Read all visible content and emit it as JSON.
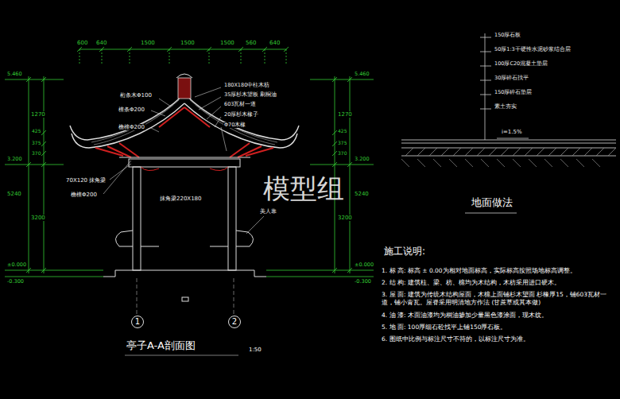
{
  "diagram": {
    "title": "亭子A-A剖面图",
    "nodes": [
      {
        "text": [
          "1"
        ]
      },
      {
        "text": [
          "2"
        ]
      }
    ],
    "labels": [
      "600",
      "640",
      "1500",
      "1500",
      "1500",
      "560",
      "640",
      "5.460",
      "1270",
      "425",
      "375",
      "370",
      "3.200",
      "5240",
      "3200",
      "±0.000",
      "-0.300",
      "5.460",
      "1270",
      "425",
      "375",
      "370",
      "3.200",
      "5240",
      "3200",
      "±0.000",
      "-0.300",
      "桁条木Φ100",
      "檩条Φ200",
      "檐檩Φ200",
      "70X120 抹角梁",
      "檐檩Φ200",
      "抹角梁220X180",
      "180X180中柱木枋",
      "35厚杉木望板 刷桐油",
      "603瓦材一道",
      "20厚杉木椽子",
      "Φ70木椽",
      "美人靠",
      "150厚石板",
      "50厚1:3干硬性水泥砂浆结合层",
      "100厚C20混凝土垫层",
      "30厚碎石找平",
      "150厚碎石垫层",
      "素土夯实",
      "i=1.5%",
      "地面做法",
      "1:50",
      "施工说明:",
      "1. 标 高: 标高 ± 0.00为相对地面标高，实际标高按照场地标高调整。",
      "2. 结 构: 建筑柱、梁、枋、檩均为木结构，木枋采用进口硬木。",
      "3. 屋 面: 建筑为传统木结构屋面，木檩上面铺杉木望面 杉椽厚15，铺603瓦材一道，铺小青瓦。屋脊采用明清地方作法 (甘蔗草或其本做)",
      "4. 油 漆: 木面油漆均为桐油掺加少量黑色漆涂面，现木纹。",
      "5. 地 面: 100厚细石砼找平上铺150厚石板。",
      "6. 图纸中比例与标注尺寸不符的，以标注尺寸为准。",
      "模型组"
    ]
  }
}
